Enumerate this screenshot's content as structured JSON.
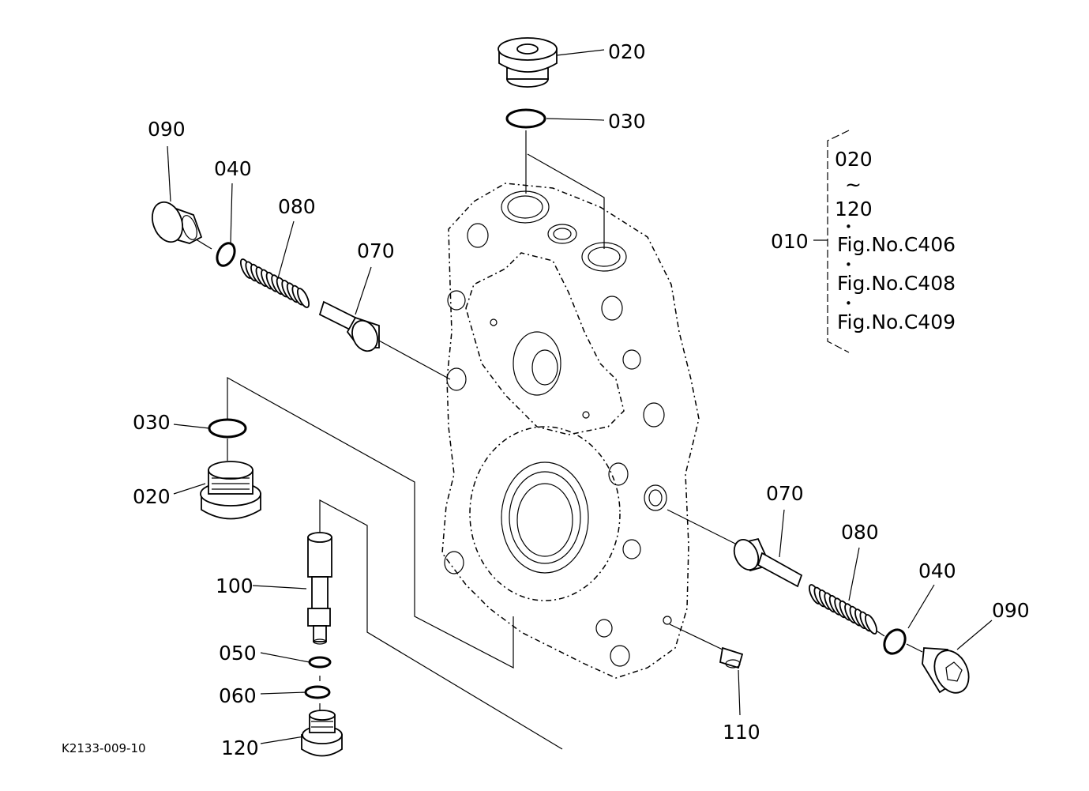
{
  "callouts": {
    "top_plug": "020",
    "top_oring": "030",
    "left_plug": "090",
    "left_oring": "040",
    "left_spring": "080",
    "left_poppet": "070",
    "mid_oring": "030",
    "mid_plug": "020",
    "spool": "100",
    "oring_050": "050",
    "oring_060": "060",
    "bottom_plug": "120",
    "set_screw": "110",
    "right_poppet": "070",
    "right_spring": "080",
    "right_oring": "040",
    "right_plug": "090",
    "assembly": "010"
  },
  "assembly_note": {
    "range_start": "020",
    "tilde": "~",
    "range_end": "120",
    "bullet": "•",
    "fig1": "Fig.No.C406",
    "fig2": "Fig.No.C408",
    "fig3": "Fig.No.C409"
  },
  "drawing_code": "K2133-009-10"
}
